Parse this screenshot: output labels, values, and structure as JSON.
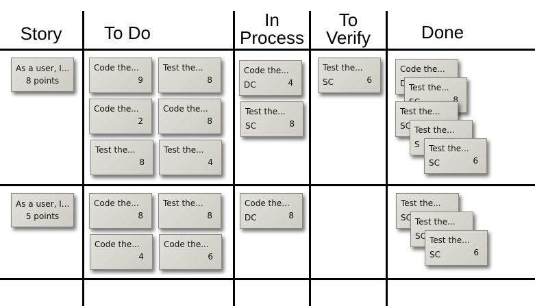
{
  "columns": [
    {
      "key": "story",
      "lines": [
        "Story"
      ]
    },
    {
      "key": "todo",
      "lines": [
        "To Do"
      ]
    },
    {
      "key": "inprocess",
      "lines": [
        "In",
        "Process"
      ]
    },
    {
      "key": "toverify",
      "lines": [
        "To",
        "Verify"
      ]
    },
    {
      "key": "done",
      "lines": [
        "Done"
      ]
    }
  ],
  "rows": [
    {
      "story": {
        "text": "As a user, I...",
        "points": "8 points"
      },
      "todo": [
        {
          "title": "Code the...",
          "who": "",
          "num": "9"
        },
        {
          "title": "Test the...",
          "who": "",
          "num": "8"
        },
        {
          "title": "Code the...",
          "who": "",
          "num": "2"
        },
        {
          "title": "Code the...",
          "who": "",
          "num": "8"
        },
        {
          "title": "Test the...",
          "who": "",
          "num": "8"
        },
        {
          "title": "Test the...",
          "who": "",
          "num": "4"
        }
      ],
      "inprocess": [
        {
          "title": "Code the...",
          "who": "DC",
          "num": "4"
        },
        {
          "title": "Test the...",
          "who": "SC",
          "num": "8"
        }
      ],
      "toverify": [
        {
          "title": "Test the...",
          "who": "SC",
          "num": "6"
        }
      ],
      "done": [
        {
          "title": "Code the...",
          "who": "D",
          "num": ""
        },
        {
          "title": "Test the...",
          "who": "SC",
          "num": "8"
        },
        {
          "title": "Test the...",
          "who": "SC",
          "num": ""
        },
        {
          "title": "Test the...",
          "who": "S",
          "num": ""
        },
        {
          "title": "Test the...",
          "who": "SC",
          "num": "6"
        }
      ]
    },
    {
      "story": {
        "text": "As a user, I...",
        "points": "5 points"
      },
      "todo": [
        {
          "title": "Code the...",
          "who": "",
          "num": "8"
        },
        {
          "title": "Test the...",
          "who": "",
          "num": "8"
        },
        {
          "title": "Code the...",
          "who": "",
          "num": "4"
        },
        {
          "title": "Code the...",
          "who": "",
          "num": "6"
        }
      ],
      "inprocess": [
        {
          "title": "Code the...",
          "who": "DC",
          "num": "8"
        }
      ],
      "toverify": [],
      "done": [
        {
          "title": "Test the...",
          "who": "SC",
          "num": ""
        },
        {
          "title": "Test the...",
          "who": "SC",
          "num": ""
        },
        {
          "title": "Test the...",
          "who": "SC",
          "num": "6"
        }
      ]
    }
  ]
}
